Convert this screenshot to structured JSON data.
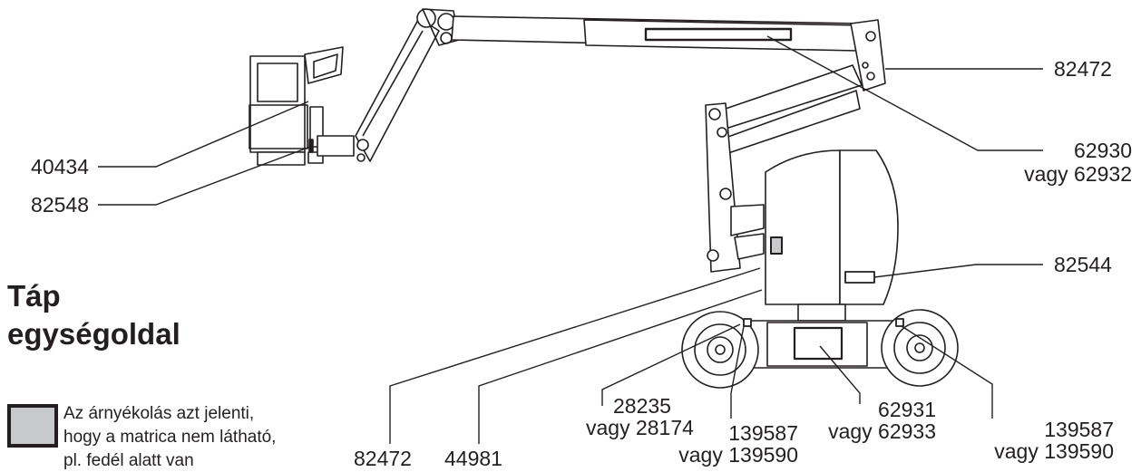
{
  "labels": {
    "l40434": "40434",
    "l82548": "82548",
    "l82472_top": "82472",
    "l62930": "62930",
    "l62932": "vagy 62932",
    "l82544": "82544",
    "l82472_bottom": "82472",
    "l44981": "44981",
    "l28235": "28235",
    "l28174": "vagy 28174",
    "l139587_a": "139587",
    "l139590_a": "vagy 139590",
    "l62931": "62931",
    "l62933": "vagy 62933",
    "l139587_b": "139587",
    "l139590_b": "vagy 139590"
  },
  "title": {
    "line1": "Táp",
    "line2": "egységoldal"
  },
  "legend": {
    "text": "Az árnyékolás azt jelenti, hogy a matrica nem látható, pl. fedél alatt van",
    "shade_color": "#c8c9ca"
  }
}
